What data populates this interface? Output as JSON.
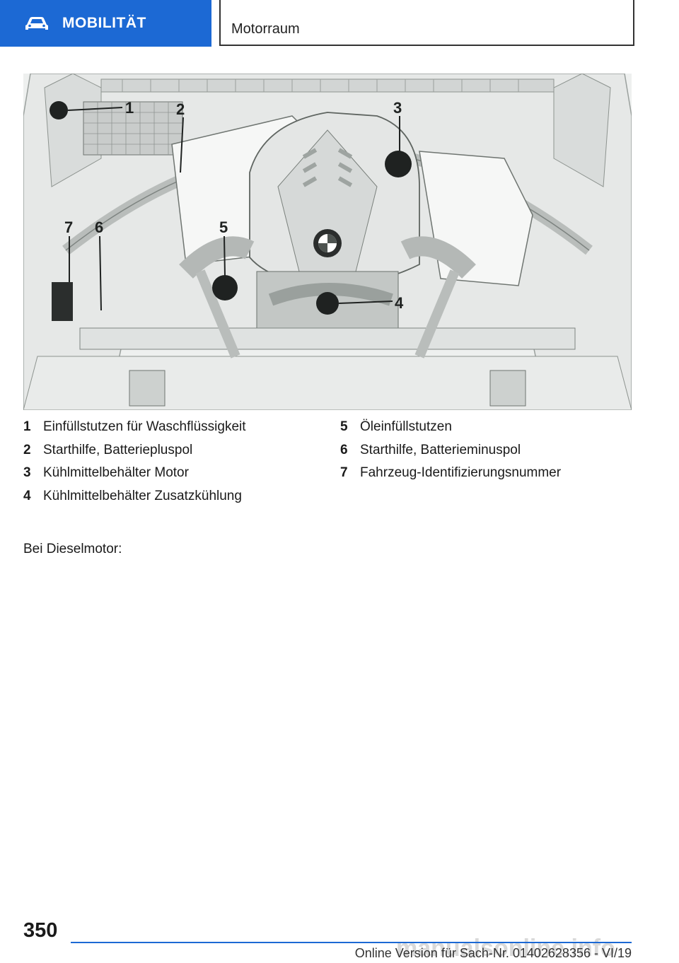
{
  "header": {
    "section_label": "MOBILITÄT",
    "icon": "car-icon",
    "topic": "Motorraum",
    "accent_color": "#1c69d4"
  },
  "figure": {
    "callouts": [
      "1",
      "2",
      "3",
      "4",
      "5",
      "6",
      "7"
    ]
  },
  "legend": {
    "left": [
      {
        "num": "1",
        "text": "Einfüllstutzen für Waschflüssigkeit"
      },
      {
        "num": "2",
        "text": "Starthilfe, Batteriepluspol"
      },
      {
        "num": "3",
        "text": "Kühlmittelbehälter Motor"
      },
      {
        "num": "4",
        "text": "Kühlmittelbehälter Zusatzkühlung"
      }
    ],
    "right": [
      {
        "num": "5",
        "text": "Öleinfüllstutzen"
      },
      {
        "num": "6",
        "text": "Starthilfe, Batterieminuspol"
      },
      {
        "num": "7",
        "text": "Fahrzeug-Identifizierungsnummer"
      }
    ]
  },
  "subhead": "Bei Dieselmotor:",
  "footer": {
    "page_number": "350",
    "text": "Online Version für Sach-Nr. 01402628356 - VI/19",
    "watermark": "manualsonline.info"
  }
}
